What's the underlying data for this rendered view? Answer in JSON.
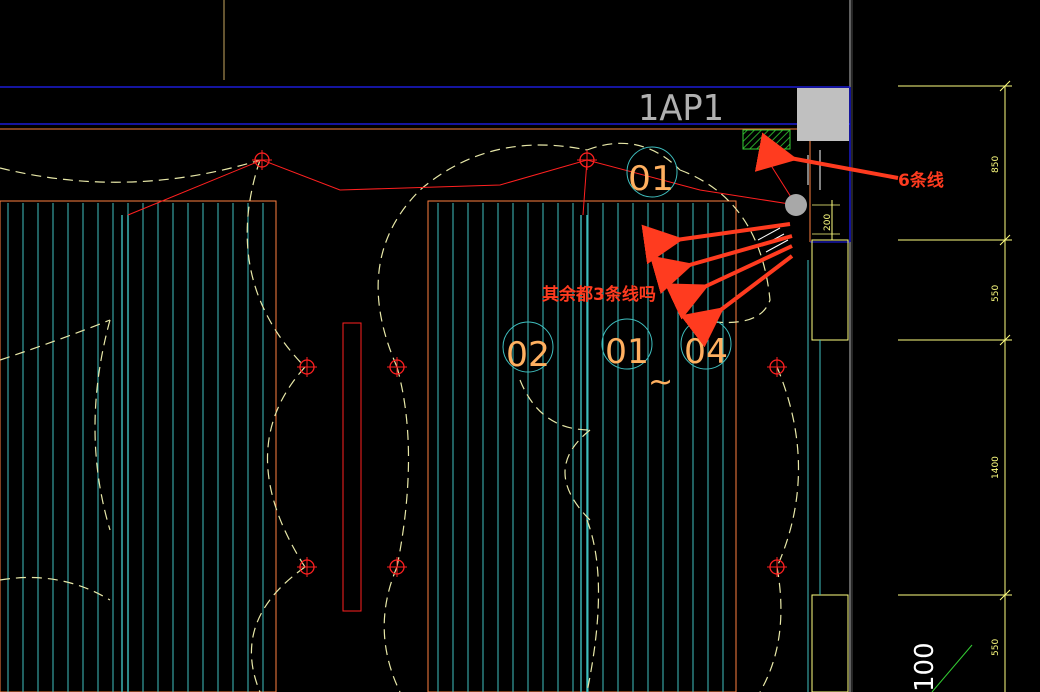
{
  "drawing": {
    "panel_label": "1AP1",
    "circuit_tags": {
      "top": "01",
      "middle": [
        "02",
        "01",
        "04"
      ],
      "tilde": "~"
    },
    "dimensions": [
      "850",
      "200",
      "550",
      "1400",
      "550",
      "100"
    ]
  },
  "annotations": {
    "six_lines": "6条线",
    "rest_three_lines": "其余都3条线吗"
  },
  "colors": {
    "background": "#000000",
    "blue_line": "#2222ff",
    "orange_line": "#ff7f3f",
    "cyan_line": "#3fbfbf",
    "yellow_line": "#ffff7f",
    "red_light": "#ff2020",
    "annotation_red": "#ff3b1f",
    "panel_gray": "#c0c0c0",
    "green_hatch": "#33cc33"
  }
}
